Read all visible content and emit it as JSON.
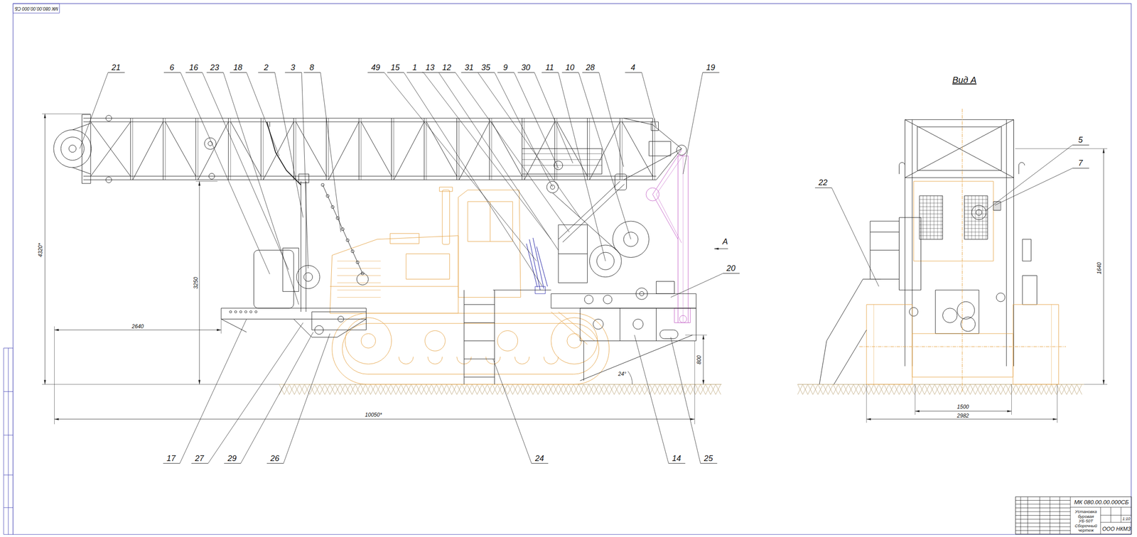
{
  "diagram": {
    "nodes": [
      {
        "text": [
          "МК 080.00.00.000СБ",
          "Установка буровая УБ-50Т Сборочный чертеж",
          "ООО НКМЗ"
        ]
      }
    ],
    "labels": [
      "МК 080.00.00.000 СБ",
      "21",
      "6",
      "16",
      "23",
      "18",
      "2",
      "3",
      "8",
      "49",
      "15",
      "1",
      "13",
      "12",
      "31",
      "35",
      "9",
      "30",
      "11",
      "10",
      "28",
      "4",
      "19",
      "17",
      "27",
      "29",
      "26",
      "24",
      "14",
      "25",
      "20",
      "А",
      "22",
      "5",
      "7",
      "Вид А",
      "4320*",
      "3250",
      "2640",
      "10050*",
      "800",
      "24°",
      "1640",
      "1500",
      "2982",
      "1:10"
    ]
  }
}
